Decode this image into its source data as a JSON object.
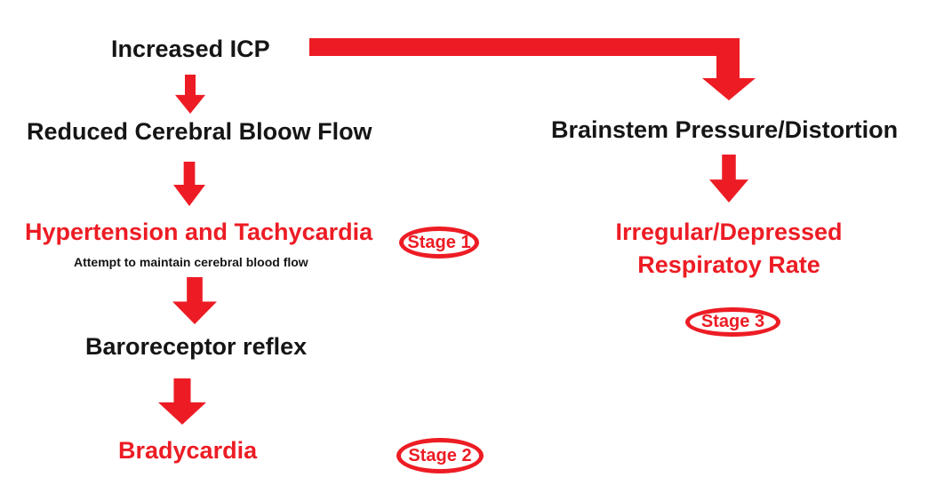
{
  "diagram": {
    "colors": {
      "red": "#ED1C24",
      "black": "#151515",
      "background": "#FFFFFF"
    },
    "left_branch": {
      "increased_icp": "Increased ICP",
      "reduced_cbf": "Reduced Cerebral Bloow Flow",
      "hypertension": "Hypertension and Tachycardia",
      "hypertension_caption": "Attempt to maintain cerebral blood flow",
      "baroreceptor": "Baroreceptor reflex",
      "bradycardia": "Bradycardia",
      "stage1": "Stage 1",
      "stage2": "Stage 2"
    },
    "right_branch": {
      "brainstem": "Brainstem Pressure/Distortion",
      "respiratory_line1": "Irregular/Depressed",
      "respiratory_line2": "Respiratoy Rate",
      "stage3": "Stage 3"
    }
  }
}
